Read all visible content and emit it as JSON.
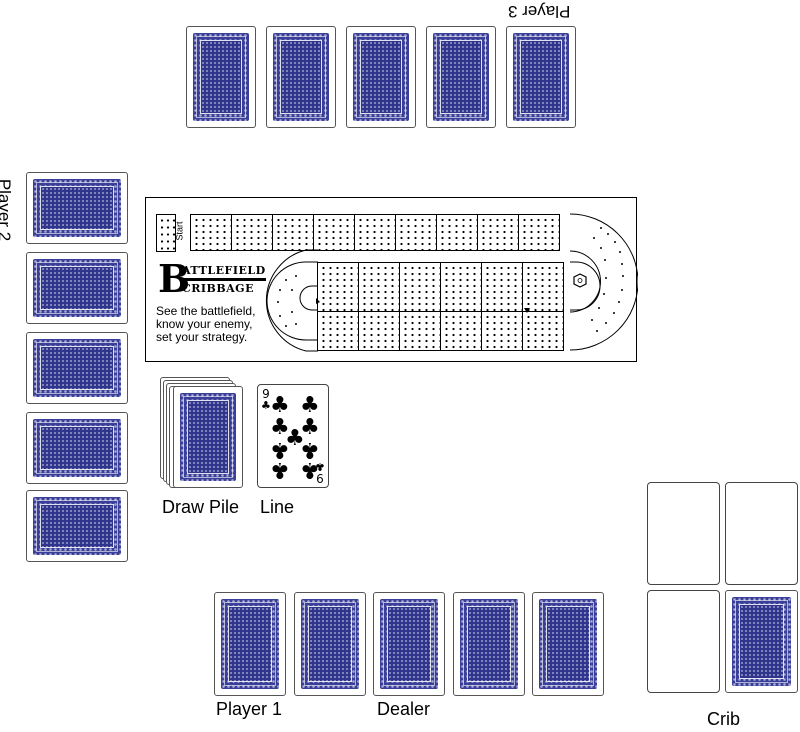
{
  "players": {
    "player1": "Player 1",
    "player2": "Player 2",
    "player3": "Player 3",
    "dealer": "Dealer",
    "crib": "Crib"
  },
  "piles": {
    "draw_pile": "Draw Pile",
    "line": "Line"
  },
  "line_card": {
    "rank": "9",
    "suit": "♣",
    "suit_name": "clubs"
  },
  "board": {
    "start_label": "Start",
    "logo_letter": "B",
    "logo_line1": "ATTLEFIELD",
    "logo_line2": "CRIBBAGE",
    "tagline": "See the battlefield,\nknow your enemy,\nset your strategy."
  },
  "colors": {
    "card_back": "#3a3f9a",
    "card_border": "#555555"
  }
}
